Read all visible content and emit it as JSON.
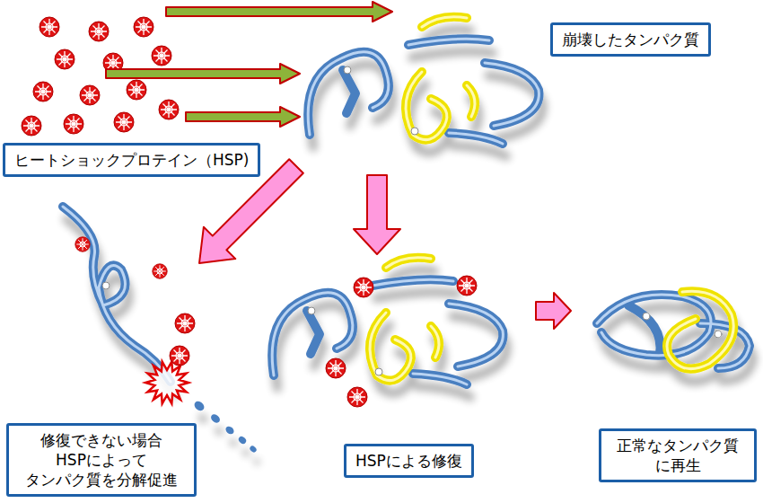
{
  "diagram": {
    "nodes": [
      {
        "text": [
          "ヒートショックプロテイン（HSP)"
        ]
      },
      {
        "text": [
          "崩壊したタンパク質"
        ]
      },
      {
        "text": [
          "修復できない場合 HSPによって タンパク質を分解促進"
        ]
      },
      {
        "text": [
          "HSPによる修復"
        ]
      },
      {
        "text": [
          "正常なタンパク質 に再生"
        ]
      }
    ]
  }
}
